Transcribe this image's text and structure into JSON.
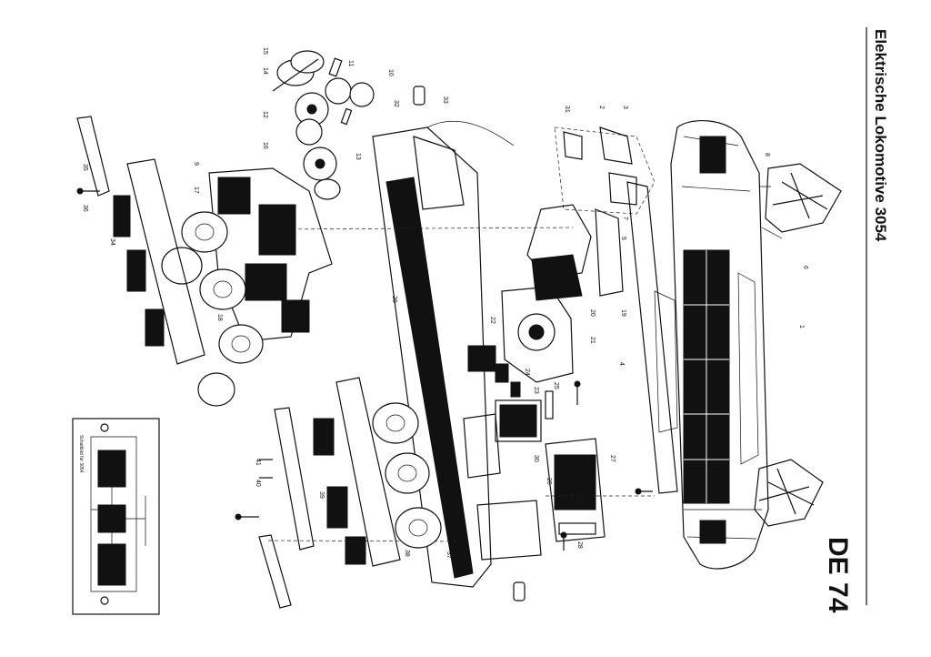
{
  "document": {
    "title": "Elektrische Lokomotive 3054",
    "code": "DE 74",
    "inset_label": "Schaltbild für 3054"
  },
  "callouts": [
    "1",
    "2",
    "3",
    "4",
    "5",
    "6",
    "7",
    "8",
    "9",
    "10",
    "11",
    "12",
    "13",
    "14",
    "15",
    "16",
    "17",
    "18",
    "19",
    "20",
    "21",
    "22",
    "23",
    "24",
    "25",
    "26",
    "27",
    "28",
    "29",
    "30",
    "31",
    "32",
    "33",
    "34",
    "35",
    "36",
    "37",
    "38",
    "39",
    "40",
    "41"
  ]
}
